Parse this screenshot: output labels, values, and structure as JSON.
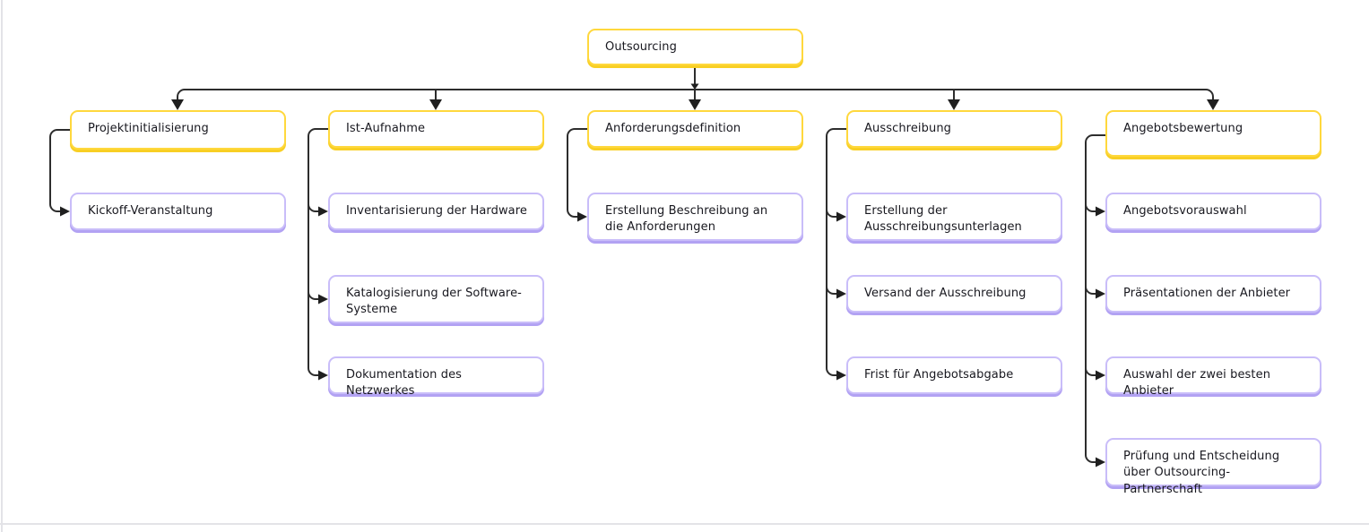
{
  "colors": {
    "canvas_background": "#ffffff",
    "parent_node_border": "#ffd83d",
    "parent_node_shadow": "#f8cf24",
    "child_node_border": "#c9bdf9",
    "child_node_shadow": "#b2a2f3",
    "connector": "#2d2d2d",
    "text": "#18181f"
  },
  "tree": {
    "root": {
      "label": "Outsourcing"
    },
    "branches": [
      {
        "label": "Projektinitialisierung",
        "children": [
          {
            "label": "Kickoff-Veranstaltung"
          }
        ]
      },
      {
        "label": "Ist-Aufnahme",
        "children": [
          {
            "label": "Inventarisierung der Hardware"
          },
          {
            "label": "Katalogisierung der Software-Systeme"
          },
          {
            "label": "Dokumentation des Netzwerkes"
          }
        ]
      },
      {
        "label": "Anforderungsdefinition",
        "children": [
          {
            "label": "Erstellung Beschreibung an die Anforderungen"
          }
        ]
      },
      {
        "label": "Ausschreibung",
        "children": [
          {
            "label": "Erstellung der Ausschreibungsunterlagen"
          },
          {
            "label": "Versand der Ausschreibung"
          },
          {
            "label": "Frist für Angebotsabgabe"
          }
        ]
      },
      {
        "label": "Angebotsbewertung",
        "children": [
          {
            "label": "Angebotsvorauswahl"
          },
          {
            "label": "Präsentationen der Anbieter"
          },
          {
            "label": "Auswahl der zwei besten Anbieter"
          },
          {
            "label": "Prüfung und Entscheidung über Outsourcing-Partnerschaft"
          }
        ]
      }
    ]
  }
}
